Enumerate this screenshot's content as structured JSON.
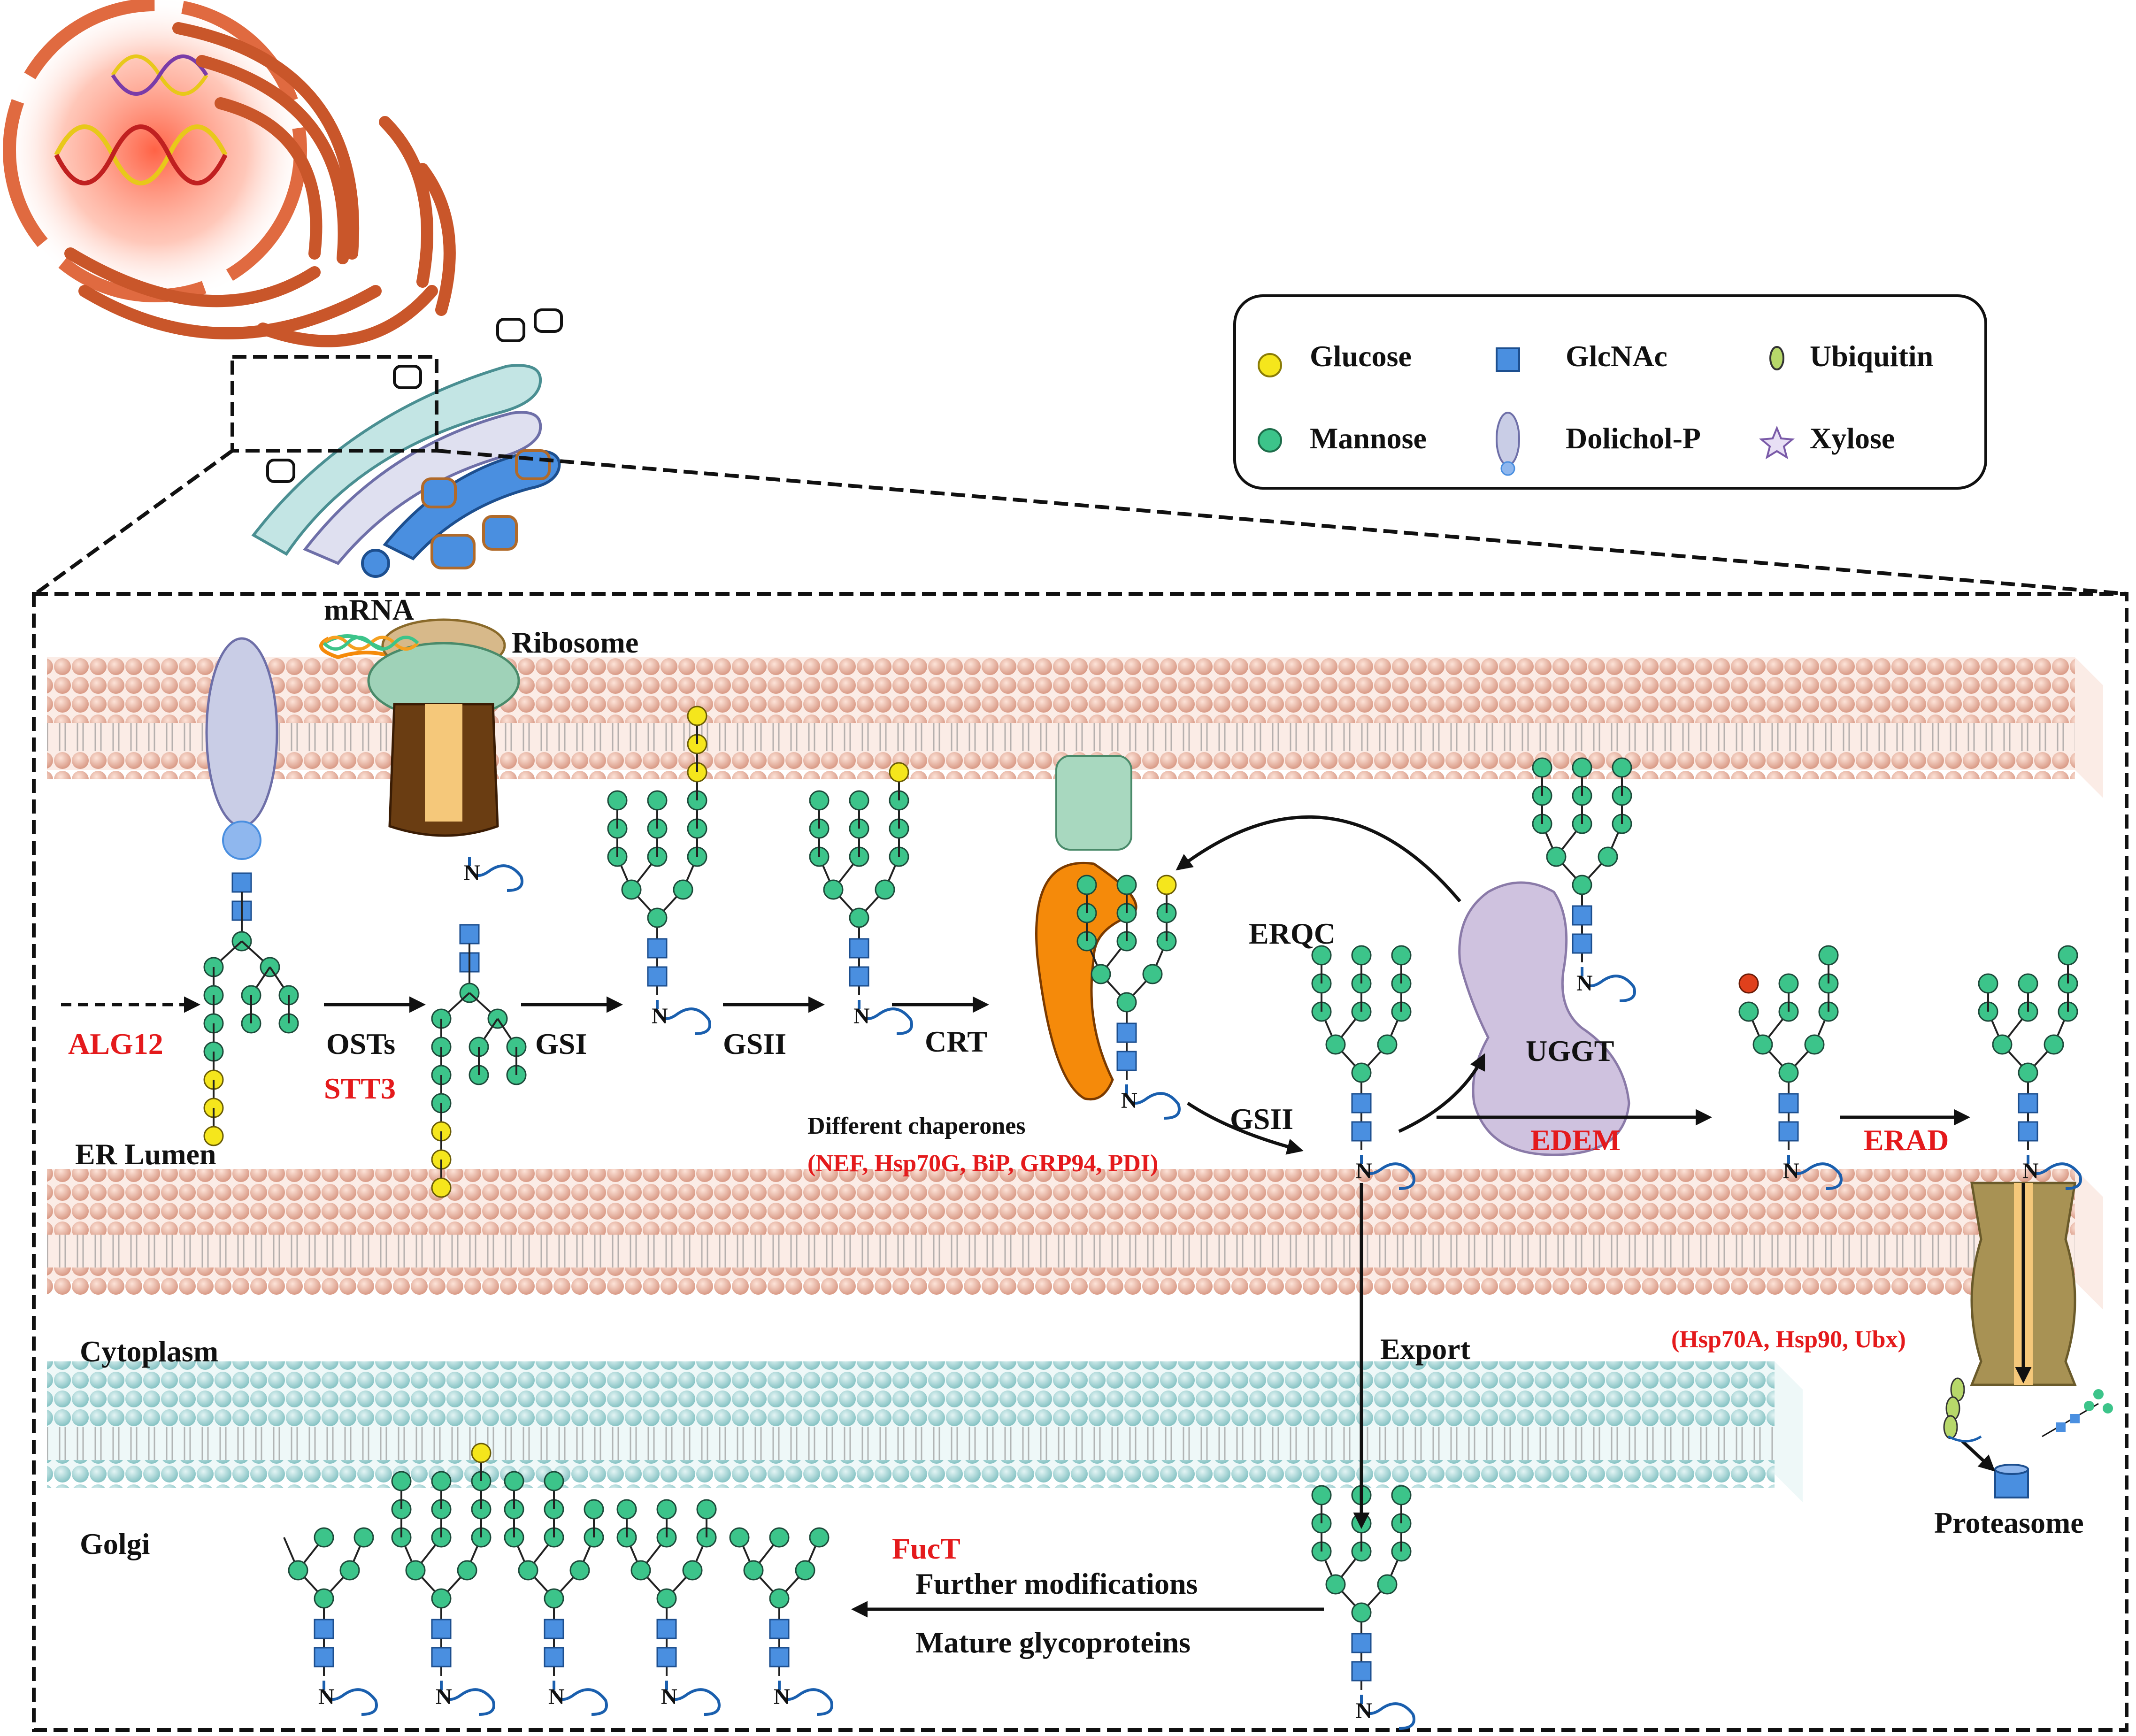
{
  "legend": {
    "items": [
      {
        "label": "Glucose",
        "icon": "glucose-circle-icon",
        "color": "#f5e61c"
      },
      {
        "label": "GlcNAc",
        "icon": "glcnac-square-icon",
        "color": "#4a8fe0"
      },
      {
        "label": "Ubiquitin",
        "icon": "ubiquitin-ellipse-icon",
        "color": "#b7d86a"
      },
      {
        "label": "Mannose",
        "icon": "mannose-circle-icon",
        "color": "#3cc48a"
      },
      {
        "label": "Dolichol-P",
        "icon": "dolichol-p-icon",
        "color": "#c9cde6"
      },
      {
        "label": "Xylose",
        "icon": "xylose-star-icon",
        "color": "#7a5aa8"
      }
    ]
  },
  "labels": {
    "mrna": "mRNA",
    "ribosome": "Ribosome",
    "er_lumen": "ER Lumen",
    "cytoplasm": "Cytoplasm",
    "golgi": "Golgi",
    "alg12": "ALG12",
    "osts": "OSTs",
    "stt3": "STT3",
    "gsi": "GSI",
    "gsii_1": "GSII",
    "crt": "CRT",
    "erqc": "ERQC",
    " uggt": "UGGT",
    "uggt": "UGGT",
    "different_chaperones": "Different chaperones",
    "chaperone_list": "(NEF, Hsp70G, BiP, GRP94, PDI)",
    "gsii_2": "GSII",
    "edem": "EDEM",
    "erad": "ERAD",
    "erad_factors": "(Hsp70A, Hsp90, Ubx)",
    "export": "Export",
    "proteasome": "Proteasome",
    "fuct": "FucT",
    "further_modifications": "Further modifications",
    "mature_glycoproteins": "Mature glycoproteins",
    "n": "N"
  },
  "colors": {
    "glucose": "#f5e61c",
    "mannose": "#3cc48a",
    "glcnac": "#4a8fe0",
    "fucose": "#e0401c",
    "er_membrane": "#f0b9a6",
    "golgi_membrane": "#a9d8d9",
    "red_text": "#e41a1c",
    "chaperone": "#f58a0a",
    "uggt": "#cfc2df"
  }
}
